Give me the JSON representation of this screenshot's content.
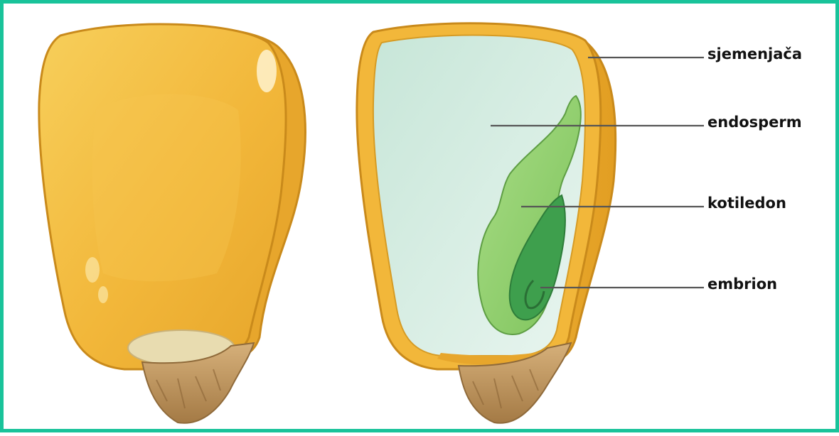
{
  "labels": {
    "seed_coat": "sjemenjača",
    "endosperm": "endosperm",
    "cotyledon": "kotiledon",
    "embryo": "embrion"
  },
  "colors": {
    "border": "#19c39a",
    "kernel_yellow": "#f2b73a",
    "kernel_edge": "#c98a1b",
    "endosperm_fill": "#d7ede3",
    "cotyledon_green": "#8fcf6a",
    "embryo_green": "#3e9f4d",
    "root_tan": "#c9a16a",
    "leader_line": "#555555"
  }
}
